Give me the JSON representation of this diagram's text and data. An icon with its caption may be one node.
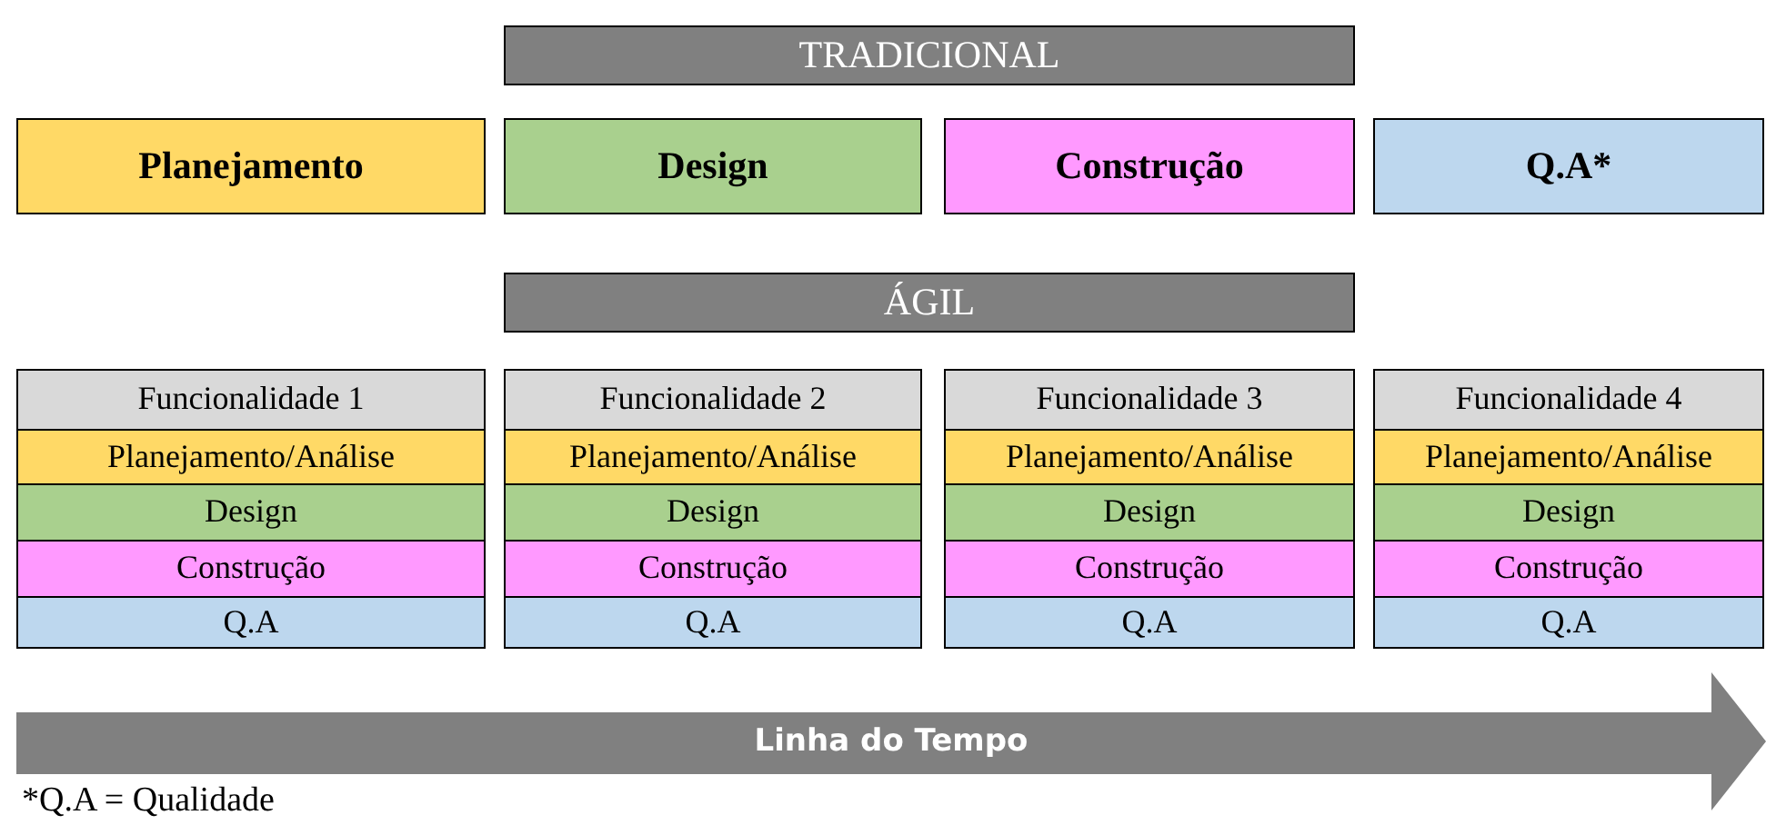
{
  "diagram": {
    "nodes": [
      {
        "text": [
          "TRADICIONAL"
        ]
      },
      {
        "text": [
          "Planejamento"
        ]
      },
      {
        "text": [
          "Design"
        ]
      },
      {
        "text": [
          "Construção"
        ]
      },
      {
        "text": [
          "Q.A*"
        ]
      },
      {
        "text": [
          "ÁGIL"
        ]
      },
      {
        "text": [
          "Funcionalidade 1"
        ]
      },
      {
        "text": [
          "Planejamento/Análise"
        ]
      },
      {
        "text": [
          "Design"
        ]
      },
      {
        "text": [
          "Construção"
        ]
      },
      {
        "text": [
          "Q.A"
        ]
      },
      {
        "text": [
          "Funcionalidade 2"
        ]
      },
      {
        "text": [
          "Planejamento/Análise"
        ]
      },
      {
        "text": [
          "Design"
        ]
      },
      {
        "text": [
          "Construção"
        ]
      },
      {
        "text": [
          "Q.A"
        ]
      },
      {
        "text": [
          "Funcionalidade 3"
        ]
      },
      {
        "text": [
          "Planejamento/Análise"
        ]
      },
      {
        "text": [
          "Design"
        ]
      },
      {
        "text": [
          "Construção"
        ]
      },
      {
        "text": [
          "Q.A"
        ]
      },
      {
        "text": [
          "Funcionalidade 4"
        ]
      },
      {
        "text": [
          "Planejamento/Análise"
        ]
      },
      {
        "text": [
          "Design"
        ]
      },
      {
        "text": [
          "Construção"
        ]
      },
      {
        "text": [
          "Q.A"
        ]
      },
      {
        "text": [
          "Linha do Tempo"
        ]
      }
    ],
    "labels": [
      "*Q.A = Qualidade"
    ]
  }
}
